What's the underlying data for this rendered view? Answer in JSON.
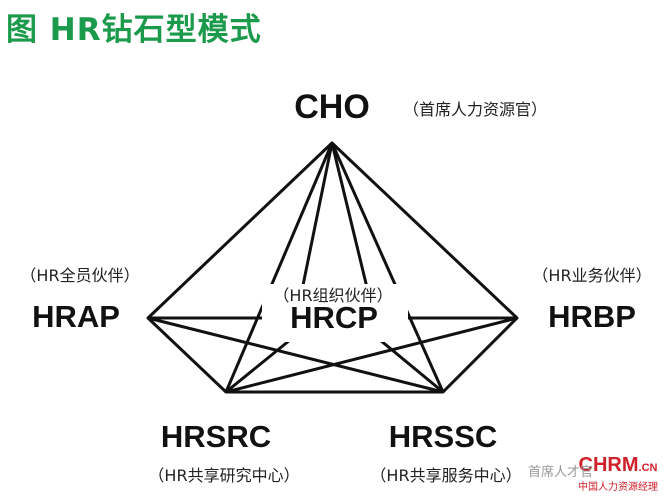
{
  "title": "图  HR钻石型模式",
  "nodes": {
    "cho": {
      "label": "CHO",
      "desc": "（首席人力资源官）"
    },
    "hrap": {
      "label": "HRAP",
      "desc": "（HR全员伙伴）"
    },
    "hrcp": {
      "label": "HRCP",
      "desc": "（HR组织伙伴）"
    },
    "hrbp": {
      "label": "HRBP",
      "desc": "（HR业务伙伴）"
    },
    "hrsrc": {
      "label": "HRSRC",
      "desc": "（HR共享研究中心）"
    },
    "hrssc": {
      "label": "HRSSC",
      "desc": "（HR共享服务中心）"
    }
  },
  "watermark": {
    "brand": "CHRM",
    "suffix": ".CN",
    "tagline": "中国人力资源经理",
    "mini": "首席人才官"
  },
  "colors": {
    "title": "#1a9a4a",
    "line": "#111111",
    "watermark": "#d0202a"
  }
}
